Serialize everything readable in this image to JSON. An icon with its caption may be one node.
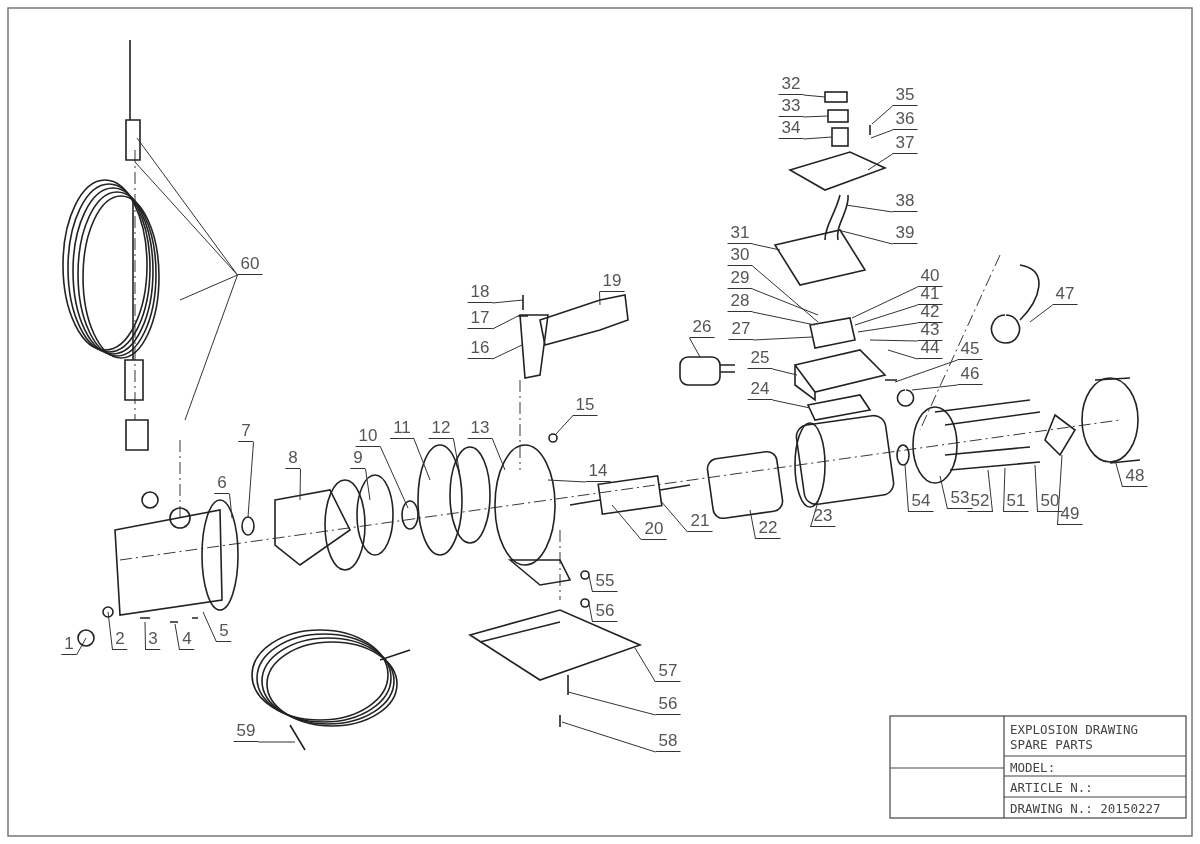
{
  "diagram": {
    "nodes": [
      {
        "text": [
          "1"
        ]
      },
      {
        "text": [
          "2"
        ]
      },
      {
        "text": [
          "3"
        ]
      },
      {
        "text": [
          "4"
        ]
      },
      {
        "text": [
          "5"
        ]
      },
      {
        "text": [
          "6"
        ]
      },
      {
        "text": [
          "7"
        ]
      },
      {
        "text": [
          "8"
        ]
      },
      {
        "text": [
          "9"
        ]
      },
      {
        "text": [
          "10"
        ]
      },
      {
        "text": [
          "11"
        ]
      },
      {
        "text": [
          "12"
        ]
      },
      {
        "text": [
          "13"
        ]
      },
      {
        "text": [
          "14"
        ]
      },
      {
        "text": [
          "15"
        ]
      },
      {
        "text": [
          "16"
        ]
      },
      {
        "text": [
          "17"
        ]
      },
      {
        "text": [
          "18"
        ]
      },
      {
        "text": [
          "19"
        ]
      },
      {
        "text": [
          "20"
        ]
      },
      {
        "text": [
          "21"
        ]
      },
      {
        "text": [
          "22"
        ]
      },
      {
        "text": [
          "23"
        ]
      },
      {
        "text": [
          "24"
        ]
      },
      {
        "text": [
          "25"
        ]
      },
      {
        "text": [
          "26"
        ]
      },
      {
        "text": [
          "27"
        ]
      },
      {
        "text": [
          "28"
        ]
      },
      {
        "text": [
          "29"
        ]
      },
      {
        "text": [
          "30"
        ]
      },
      {
        "text": [
          "31"
        ]
      },
      {
        "text": [
          "32"
        ]
      },
      {
        "text": [
          "33"
        ]
      },
      {
        "text": [
          "34"
        ]
      },
      {
        "text": [
          "35"
        ]
      },
      {
        "text": [
          "36"
        ]
      },
      {
        "text": [
          "37"
        ]
      },
      {
        "text": [
          "38"
        ]
      },
      {
        "text": [
          "39"
        ]
      },
      {
        "text": [
          "40"
        ]
      },
      {
        "text": [
          "41"
        ]
      },
      {
        "text": [
          "42"
        ]
      },
      {
        "text": [
          "43"
        ]
      },
      {
        "text": [
          "44"
        ]
      },
      {
        "text": [
          "45"
        ]
      },
      {
        "text": [
          "46"
        ]
      },
      {
        "text": [
          "47"
        ]
      },
      {
        "text": [
          "48"
        ]
      },
      {
        "text": [
          "49"
        ]
      },
      {
        "text": [
          "50"
        ]
      },
      {
        "text": [
          "51"
        ]
      },
      {
        "text": [
          "52"
        ]
      },
      {
        "text": [
          "53"
        ]
      },
      {
        "text": [
          "54"
        ]
      },
      {
        "text": [
          "55"
        ]
      },
      {
        "text": [
          "56"
        ]
      },
      {
        "text": [
          "57"
        ]
      },
      {
        "text": [
          "56"
        ]
      },
      {
        "text": [
          "58"
        ]
      },
      {
        "text": [
          "59"
        ]
      },
      {
        "text": [
          "60"
        ]
      }
    ],
    "edges": [
      {
        "from": 0,
        "to": null,
        "arrow": "none"
      },
      {
        "from": 1,
        "to": null,
        "arrow": "none"
      },
      {
        "from": 2,
        "to": null,
        "arrow": "none"
      },
      {
        "from": 3,
        "to": null,
        "arrow": "none"
      },
      {
        "from": 4,
        "to": null,
        "arrow": "none"
      },
      {
        "from": 5,
        "to": null,
        "arrow": "none"
      },
      {
        "from": 6,
        "to": null,
        "arrow": "none"
      },
      {
        "from": 7,
        "to": null,
        "arrow": "none"
      },
      {
        "from": 8,
        "to": null,
        "arrow": "none"
      },
      {
        "from": 9,
        "to": null,
        "arrow": "none"
      },
      {
        "from": 10,
        "to": null,
        "arrow": "none"
      },
      {
        "from": 11,
        "to": null,
        "arrow": "none"
      },
      {
        "from": 12,
        "to": null,
        "arrow": "none"
      },
      {
        "from": 13,
        "to": null,
        "arrow": "none"
      },
      {
        "from": 14,
        "to": null,
        "arrow": "none"
      },
      {
        "from": 15,
        "to": null,
        "arrow": "none"
      },
      {
        "from": 16,
        "to": null,
        "arrow": "none"
      },
      {
        "from": 17,
        "to": null,
        "arrow": "none"
      },
      {
        "from": 18,
        "to": null,
        "arrow": "none"
      },
      {
        "from": 19,
        "to": null,
        "arrow": "none"
      },
      {
        "from": 20,
        "to": null,
        "arrow": "none"
      },
      {
        "from": 21,
        "to": null,
        "arrow": "none"
      },
      {
        "from": 22,
        "to": null,
        "arrow": "none"
      },
      {
        "from": 23,
        "to": null,
        "arrow": "none"
      },
      {
        "from": 24,
        "to": null,
        "arrow": "none"
      },
      {
        "from": 25,
        "to": null,
        "arrow": "none"
      },
      {
        "from": 26,
        "to": null,
        "arrow": "none"
      },
      {
        "from": 27,
        "to": null,
        "arrow": "none"
      },
      {
        "from": 28,
        "to": null,
        "arrow": "none"
      },
      {
        "from": 29,
        "to": null,
        "arrow": "none"
      },
      {
        "from": 30,
        "to": null,
        "arrow": "none"
      },
      {
        "from": 31,
        "to": null,
        "arrow": "none"
      },
      {
        "from": 32,
        "to": null,
        "arrow": "none"
      },
      {
        "from": 33,
        "to": null,
        "arrow": "none"
      },
      {
        "from": 34,
        "to": null,
        "arrow": "none"
      },
      {
        "from": 35,
        "to": null,
        "arrow": "none"
      },
      {
        "from": 36,
        "to": null,
        "arrow": "none"
      },
      {
        "from": 37,
        "to": null,
        "arrow": "none"
      },
      {
        "from": 38,
        "to": null,
        "arrow": "none"
      },
      {
        "from": 39,
        "to": null,
        "arrow": "none"
      },
      {
        "from": 40,
        "to": null,
        "arrow": "none"
      },
      {
        "from": 41,
        "to": null,
        "arrow": "none"
      },
      {
        "from": 42,
        "to": null,
        "arrow": "none"
      },
      {
        "from": 43,
        "to": null,
        "arrow": "none"
      },
      {
        "from": 44,
        "to": null,
        "arrow": "none"
      },
      {
        "from": 45,
        "to": null,
        "arrow": "none"
      },
      {
        "from": 46,
        "to": null,
        "arrow": "none"
      },
      {
        "from": 47,
        "to": null,
        "arrow": "none"
      },
      {
        "from": 48,
        "to": null,
        "arrow": "none"
      },
      {
        "from": 49,
        "to": null,
        "arrow": "none"
      },
      {
        "from": 50,
        "to": null,
        "arrow": "none"
      },
      {
        "from": 51,
        "to": null,
        "arrow": "none"
      },
      {
        "from": 52,
        "to": null,
        "arrow": "none"
      },
      {
        "from": 53,
        "to": null,
        "arrow": "none"
      },
      {
        "from": 54,
        "to": null,
        "arrow": "none"
      },
      {
        "from": 55,
        "to": null,
        "arrow": "none"
      },
      {
        "from": 56,
        "to": null,
        "arrow": "none"
      },
      {
        "from": 57,
        "to": null,
        "arrow": "none"
      },
      {
        "from": 58,
        "to": null,
        "arrow": "none"
      },
      {
        "from": 59,
        "to": null,
        "arrow": "none"
      },
      {
        "from": 60,
        "to": null,
        "arrow": "none"
      },
      {
        "from": 60,
        "to": null,
        "arrow": "none"
      },
      {
        "from": 60,
        "to": null,
        "arrow": "none"
      },
      {
        "from": 60,
        "to": null,
        "arrow": "none"
      }
    ],
    "labels": [
      "EXPLOSION DRAWING SPARE PARTS",
      "MODEL:",
      "ARTICLE N.:",
      "DRAWING N.: 20150227"
    ]
  }
}
